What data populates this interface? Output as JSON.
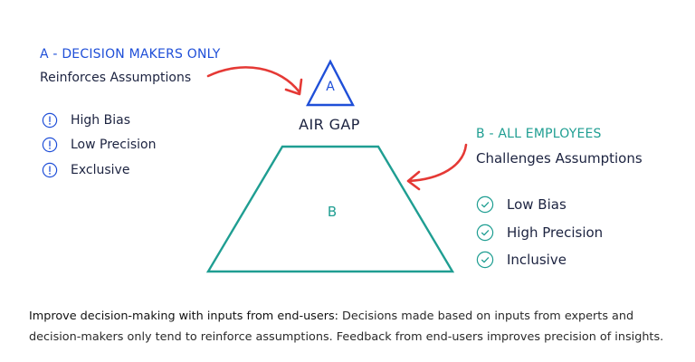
{
  "group_a": {
    "heading": "A - DECISION MAKERS ONLY",
    "subheading": "Reinforces Assumptions",
    "items": [
      "High Bias",
      "Low Precision",
      "Exclusive"
    ],
    "icon": "alert-circle-icon",
    "color": "#1f4fd8"
  },
  "group_b": {
    "heading": "B - ALL EMPLOYEES",
    "subheading": "Challenges Assumptions",
    "items": [
      "Low Bias",
      "High Precision",
      "Inclusive"
    ],
    "icon": "check-circle-icon",
    "color": "#1f9e92"
  },
  "diagram": {
    "triangle_label": "A",
    "trapezoid_label": "B",
    "gap_label": "AIR GAP",
    "arrow_color": "#e53935"
  },
  "caption": {
    "lead": "Improve decision-making with inputs from end-users:",
    "body": " Decisions made based on inputs from experts and decision-makers only tend to reinforce assumptions. Feedback from end-users improves precision of insights."
  }
}
